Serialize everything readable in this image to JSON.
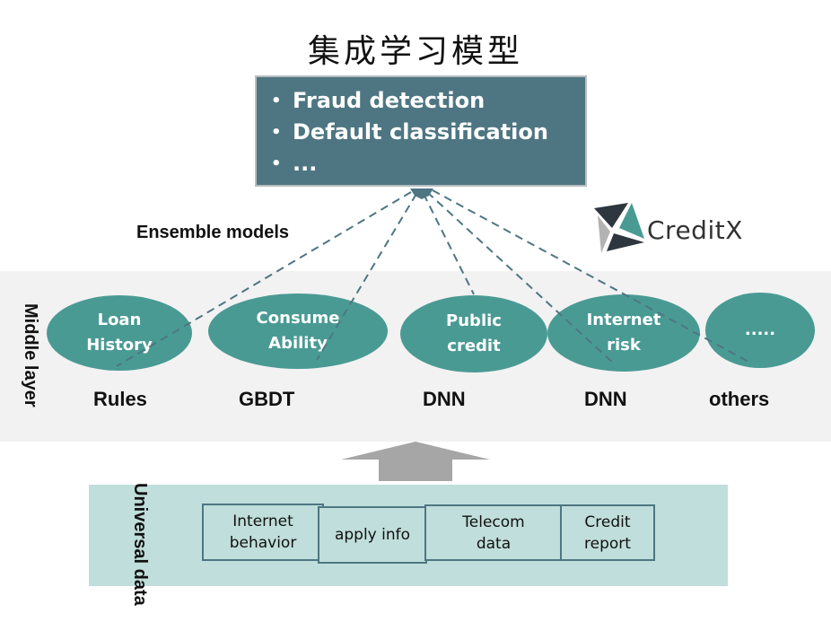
{
  "title": "集成学习模型",
  "goals": {
    "items": [
      "Fraud detection",
      "Default classification",
      "..."
    ],
    "bullet": "•"
  },
  "ensemble_label": "Ensemble models",
  "logo": {
    "name": "CreditX"
  },
  "middle_layer": {
    "label": "Middle layer",
    "nodes": [
      {
        "label": "Loan\nHistory",
        "method": "Rules"
      },
      {
        "label": "Consume\nAbility",
        "method": "GBDT"
      },
      {
        "label": "Public\ncredit",
        "method": "DNN"
      },
      {
        "label": "Internet\nrisk",
        "method": "DNN"
      },
      {
        "label": ".....",
        "method": "others"
      }
    ]
  },
  "universal_data": {
    "label": "Universal data",
    "sources": [
      "Internet\nbehavior",
      "apply info",
      "Telecom\ndata",
      "Credit\nreport"
    ]
  },
  "colors": {
    "goal_box": "#4e7682",
    "node": "#4a9a94",
    "middle_band": "#f2f2f2",
    "data_band": "#c0dedb",
    "link": "#4e7682",
    "arrow": "#a6a6a6"
  }
}
